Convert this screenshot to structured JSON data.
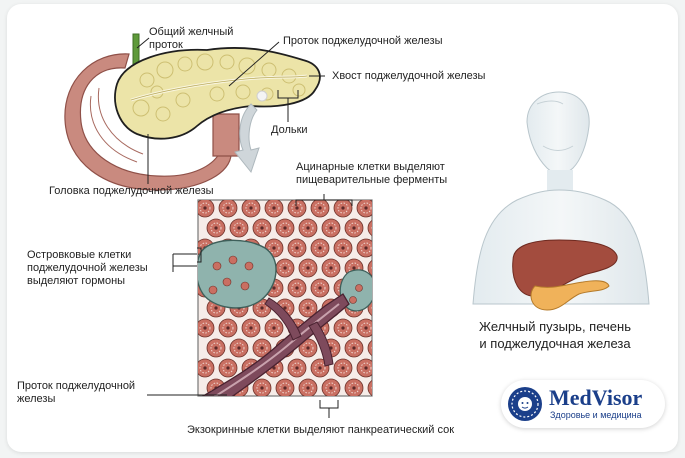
{
  "labels": {
    "bile_duct": "Общий желчный\nпроток",
    "pancreatic_duct_top": "Проток поджелудочной железы",
    "tail": "Хвост поджелудочной железы",
    "lobules": "Дольки",
    "head": "Головка поджелудочной железы",
    "acinar": "Ацинарные клетки выделяют\nпищеварительные ферменты",
    "islet": "Островковые клетки\nподжелудочной железы\nвыделяют гормоны",
    "pancreatic_duct_bottom": "Проток поджелудочной\nжелезы",
    "exocrine": "Экзокринные клетки выделяют панкреатический сок",
    "organs_caption": "Желчный пузырь, печень\nи поджелудочная железа"
  },
  "logo": {
    "name": "MedVisor",
    "tagline": "Здоровье и медицина"
  },
  "colors": {
    "pancreas": "#ece4a8",
    "duodenum": "#c98a7f",
    "acinus": "#c96f62",
    "islet": "#8fb3ad",
    "duct": "#7e4a5c",
    "liver": "#a34c3e",
    "gallbladder": "#f0b25a",
    "brand": "#1b3f8a"
  }
}
